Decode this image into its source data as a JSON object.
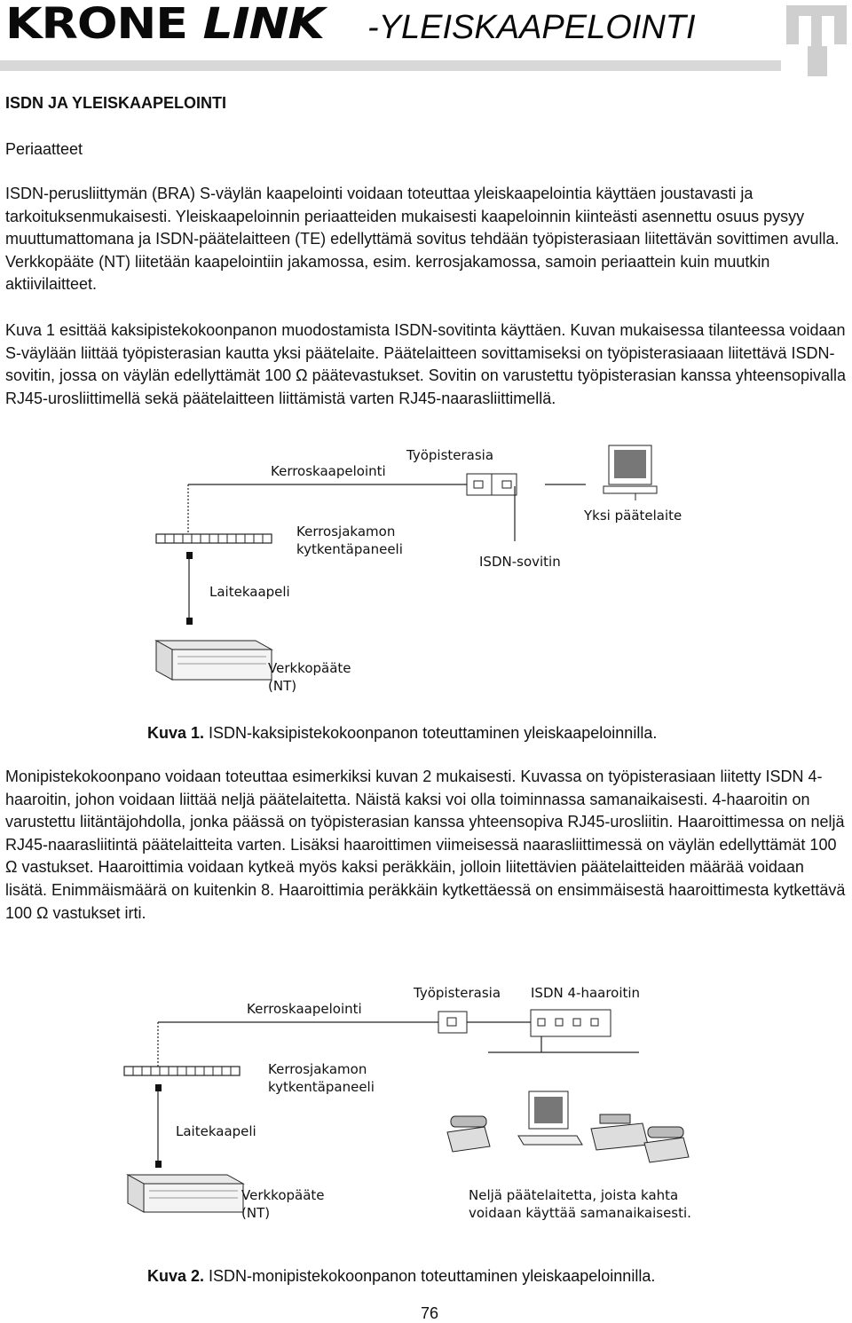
{
  "header": {
    "brand_part1": "KRONE",
    "brand_part2": "LINK",
    "subtitle": "-YLEISKAAPELOINTI"
  },
  "heading": "ISDN JA YLEISKAAPELOINTI",
  "subheading": "Periaatteet",
  "paragraphs": {
    "p1": "ISDN-perusliittymän (BRA) S-väylän kaapelointi voidaan toteuttaa yleiskaapelointia käyttäen joustavasti ja tarkoituksenmukaisesti. Yleiskaapeloinnin periaatteiden mukaisesti kaapeloinnin kiinteästi asennettu osuus pysyy muuttumattomana ja ISDN-päätelaitteen (TE) edellyttämä sovitus tehdään työpisterasiaan liitettävän sovittimen avulla. Verkkopääte (NT) liitetään kaapelointiin jakamossa, esim. kerrosjakamossa, samoin periaattein kuin muutkin aktiivilaitteet.",
    "p2": "Kuva 1 esittää kaksipistekokoonpanon muodostamista ISDN-sovitinta käyttäen. Kuvan mukaisessa tilanteessa voidaan S-väylään liittää työpisterasian kautta yksi päätelaite. Päätelaitteen sovittamiseksi on työpisterasiaaan liitettävä ISDN-sovitin, jossa on väylän edellyttämät 100 Ω päätevastukset. Sovitin on varustettu työpisterasian kanssa yhteensopivalla RJ45-urosliittimellä sekä päätelaitteen liittämistä varten RJ45-naarasliittimellä.",
    "p3": "Monipistekokoonpano voidaan toteuttaa esimerkiksi kuvan 2 mukaisesti. Kuvassa on työpisterasiaan liitetty ISDN 4-haaroitin, johon voidaan liittää neljä päätelaitetta. Näistä kaksi voi olla toiminnassa samanaikaisesti. 4-haaroitin on varustettu liitäntäjohdolla, jonka päässä on työpisterasian kanssa yhteensopiva RJ45-urosliitin. Haaroittimessa on neljä RJ45-naarasliitintä päätelaitteita varten. Lisäksi haaroittimen viimeisessä naarasliittimessä on väylän edellyttämät 100 Ω vastukset. Haaroittimia voidaan kytkeä myös kaksi peräkkäin, jolloin liitettävien päätelaitteiden määrää voidaan lisätä. Enimmäismäärä on kuitenkin 8. Haaroittimia peräkkäin kytkettäessä on ensimmäisestä haaroittimesta kytkettävä 100 Ω vastukset irti."
  },
  "figure1": {
    "labels": {
      "kerroskaapelointi": "Kerroskaapelointi",
      "tyopisterasia": "Työpisterasia",
      "kerrosjakamon_line1": "Kerrosjakamon",
      "kerrosjakamon_line2": "kytkentäpaneeli",
      "yksi_paatelaite": "Yksi päätelaite",
      "isdn_sovitin": "ISDN-sovitin",
      "laitekaapeli": "Laitekaapeli",
      "verkkopaate": "Verkkopääte",
      "nt": "(NT)"
    },
    "caption_bold": "Kuva 1.",
    "caption_text": " ISDN-kaksipistekokoonpanon toteuttaminen yleiskaapeloinnilla."
  },
  "figure2": {
    "labels": {
      "kerroskaapelointi": "Kerroskaapelointi",
      "tyopisterasia": "Työpisterasia",
      "isdn_haaroitin": "ISDN 4-haaroitin",
      "kerrosjakamon_line1": "Kerrosjakamon",
      "kerrosjakamon_line2": "kytkentäpaneeli",
      "laitekaapeli": "Laitekaapeli",
      "verkkopaate": "Verkkopääte",
      "nt": "(NT)",
      "nelja_line1": "Neljä päätelaitetta, joista kahta",
      "nelja_line2": "voidaan käyttää samanaikaisesti."
    },
    "caption_bold": "Kuva 2.",
    "caption_text": " ISDN-monipistekokoonpanon toteuttaminen yleiskaapeloinnilla."
  },
  "page_number": "76"
}
